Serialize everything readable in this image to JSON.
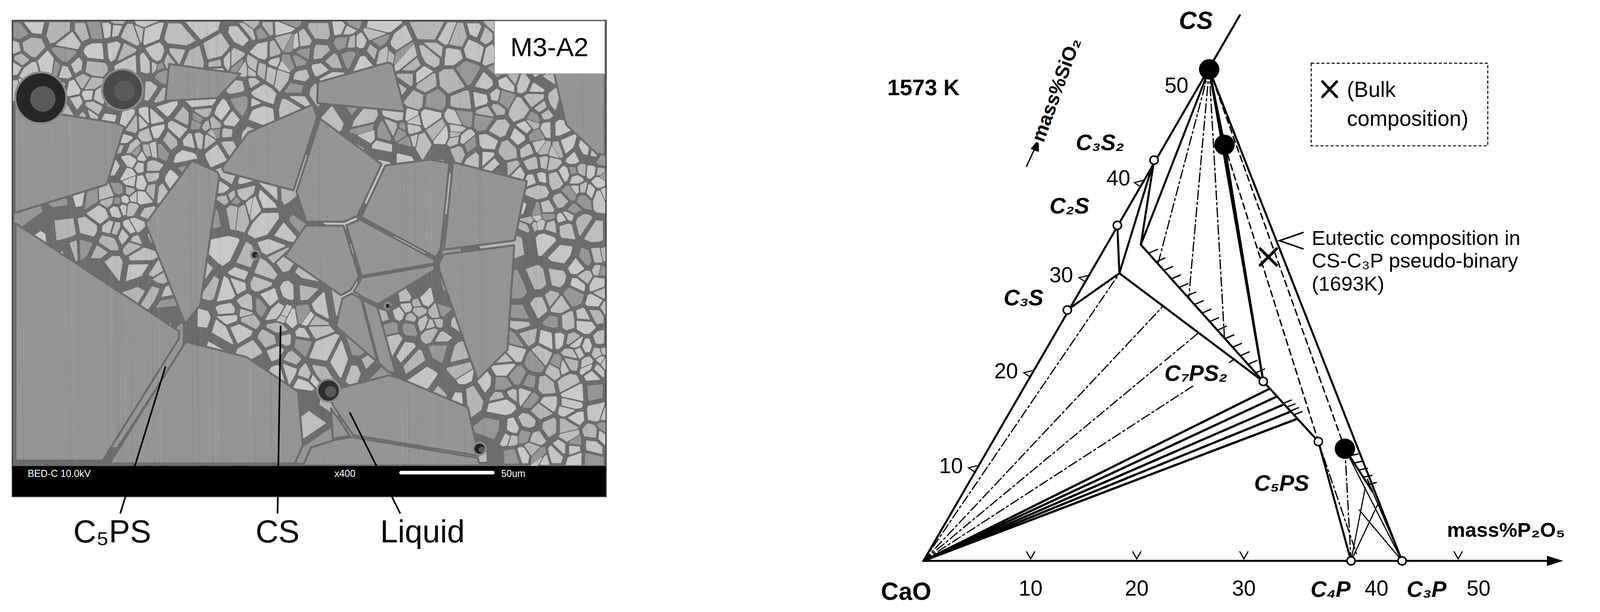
{
  "diagram": {
    "nodes": [
      {
        "text": [
          "M3-A2"
        ]
      }
    ],
    "labels": [
      "BED-C 10.0kV",
      "x400",
      "50um",
      "C₅PS",
      "CS",
      "Liquid",
      "1573 K",
      "mass%SiO₂",
      "CS",
      "50",
      "C₃S₂",
      "40",
      "C₂S",
      "30",
      "C₃S",
      "20",
      "10",
      "C₇PS₂",
      "C₅PS",
      "CaO",
      "10",
      "20",
      "30",
      "C₄P",
      "40",
      "C₃P",
      "50",
      "mass%P₂O₅",
      "Eutectic composition in CS-C₃P pseudo-binary (1693K)"
    ],
    "legend": [
      {
        "text": "(Bulk composition)"
      }
    ]
  }
}
